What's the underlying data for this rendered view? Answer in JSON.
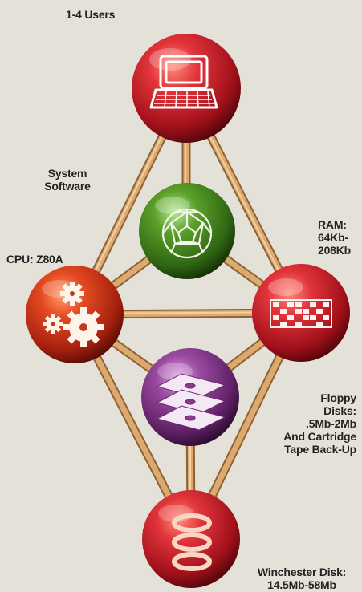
{
  "nodes": {
    "users": {
      "label": "1-4 Users",
      "icon": "computer-terminal-icon",
      "color": "#c8202c"
    },
    "software": {
      "label_lines": [
        "System",
        "Software"
      ],
      "icon": "geodesic-sphere-icon",
      "color": "#4f8f1f"
    },
    "cpu": {
      "label": "CPU: Z80A",
      "icon": "gears-icon",
      "color": "#cf3a1c"
    },
    "ram": {
      "label_lines": [
        "RAM:",
        "64Kb-",
        "208Kb"
      ],
      "icon": "memory-grid-icon",
      "color": "#c8222a"
    },
    "floppy": {
      "label_lines": [
        "Floppy",
        "Disks:",
        ".5Mb-2Mb",
        "And Cartridge",
        "Tape Back-Up"
      ],
      "icon": "floppy-disks-icon",
      "color": "#8a3b8e"
    },
    "winchester": {
      "label_lines": [
        "Winchester Disk:",
        "14.5Mb-58Mb"
      ],
      "icon": "disk-platters-icon",
      "color": "#bc1f22"
    }
  },
  "colors": {
    "background": "#e4e1d8",
    "rod": "#d7a76c",
    "text": "#222222"
  }
}
